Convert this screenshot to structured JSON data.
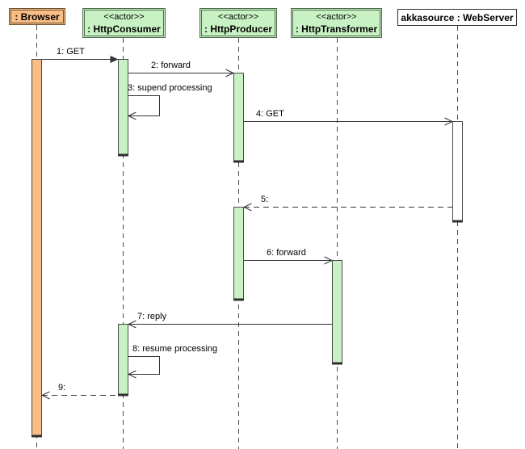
{
  "diagram_type": "uml-sequence-diagram",
  "participants": [
    {
      "name": ": Browser"
    },
    {
      "stereotype": "<<actor>>",
      "name": ": HttpConsumer"
    },
    {
      "stereotype": "<<actor>>",
      "name": ": HttpProducer"
    },
    {
      "stereotype": "<<actor>>",
      "name": ": HttpTransformer"
    },
    {
      "name": "akkasource : WebServer"
    }
  ],
  "messages": [
    {
      "label": "1: GET",
      "from": ": Browser",
      "to": ": HttpConsumer",
      "line": "solid",
      "arrowhead": "filled",
      "self": false
    },
    {
      "label": "2: forward",
      "from": ": HttpConsumer",
      "to": ": HttpProducer",
      "line": "solid",
      "arrowhead": "open",
      "self": false
    },
    {
      "label": "3: supend processing",
      "from": ": HttpConsumer",
      "to": ": HttpConsumer",
      "line": "solid",
      "arrowhead": "open",
      "self": true
    },
    {
      "label": "4: GET",
      "from": ": HttpProducer",
      "to": "akkasource : WebServer",
      "line": "solid",
      "arrowhead": "open",
      "self": false
    },
    {
      "label": "5:",
      "from": "akkasource : WebServer",
      "to": ": HttpProducer",
      "line": "dashed",
      "arrowhead": "open",
      "self": false
    },
    {
      "label": "6: forward",
      "from": ": HttpProducer",
      "to": ": HttpTransformer",
      "line": "solid",
      "arrowhead": "open",
      "self": false
    },
    {
      "label": "7: reply",
      "from": ": HttpTransformer",
      "to": ": HttpConsumer",
      "line": "solid",
      "arrowhead": "open",
      "self": false
    },
    {
      "label": "8: resume processing",
      "from": ": HttpConsumer",
      "to": ": HttpConsumer",
      "line": "solid",
      "arrowhead": "open",
      "self": true
    },
    {
      "label": "9:",
      "from": ": HttpConsumer",
      "to": ": Browser",
      "line": "dashed",
      "arrowhead": "open",
      "self": false
    }
  ],
  "colors": {
    "actor_box_fill": "#C9F2C4",
    "browser_box_fill": "#F9BE85",
    "webserver_box_fill": "#FFFFFF",
    "activation_green": "#C9F2C4",
    "activation_orange": "#F9BE85",
    "activation_white": "#FFFFFF",
    "line_color": "#333333",
    "background": "#FFFFFF"
  }
}
